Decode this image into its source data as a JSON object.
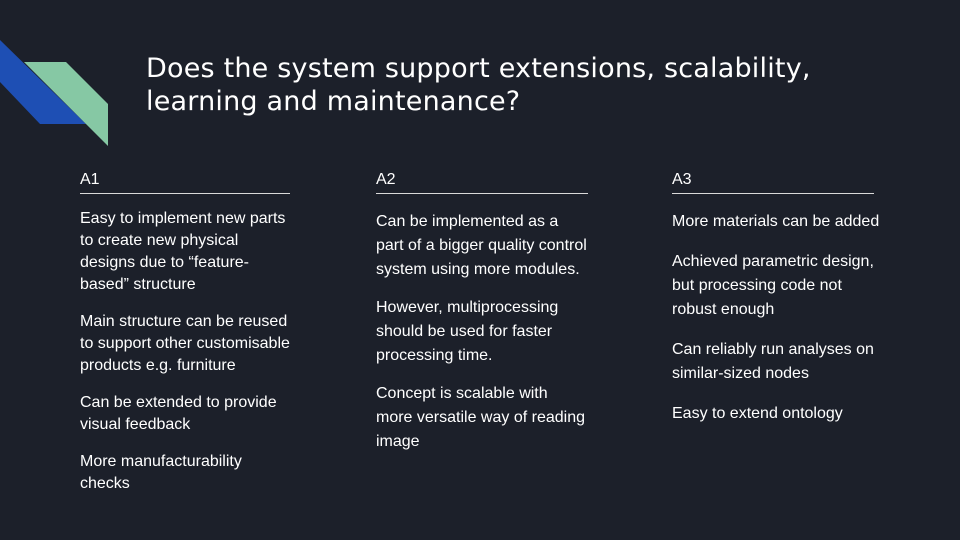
{
  "slide": {
    "title": "Does the system support extensions, scalability, learning and maintenance?",
    "colors": {
      "background": "#1c202a",
      "accent_blue": "#1e4fb4",
      "accent_green": "#86c8a4"
    },
    "columns": [
      {
        "heading": "A1",
        "items": [
          "Easy to implement new parts to create new physical designs due to “feature-based” structure",
          "Main structure can be reused to support other customisable products e.g. furniture",
          "Can be extended to provide visual feedback",
          "More manufacturability checks"
        ]
      },
      {
        "heading": "A2",
        "items": [
          "Can be implemented as a part of a bigger quality control system using more modules.",
          "However,  multiprocessing should be used for faster processing time.",
          "Concept is scalable with more versatile way of reading image"
        ]
      },
      {
        "heading": "A3",
        "items": [
          "More materials can be added",
          "Achieved parametric design, but processing code not robust enough",
          "Can reliably  run analyses on similar-sized nodes",
          "Easy to extend ontology"
        ]
      }
    ]
  }
}
